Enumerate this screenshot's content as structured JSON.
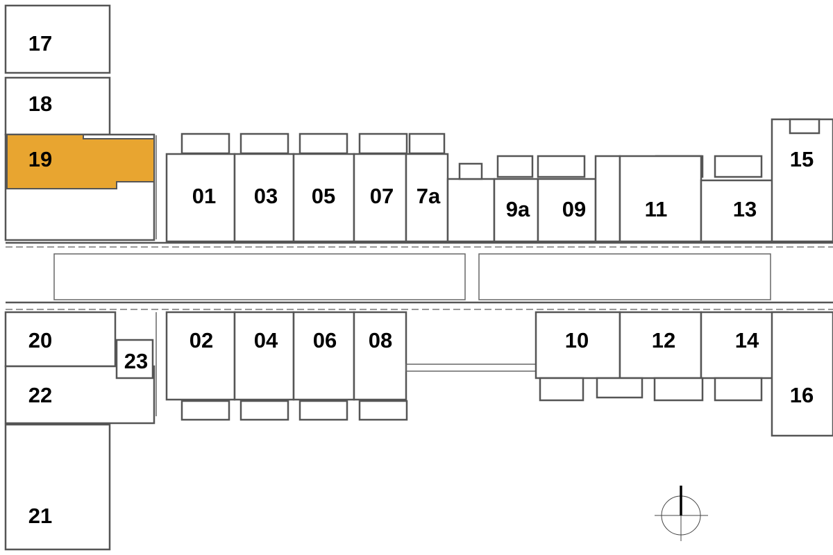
{
  "plan": {
    "highlight_color": "#E8A530",
    "highlighted_unit": "19",
    "units": {
      "u17": "17",
      "u18": "18",
      "u19": "19",
      "u20": "20",
      "u21": "21",
      "u22": "22",
      "u23": "23",
      "u01": "01",
      "u03": "03",
      "u05": "05",
      "u07": "07",
      "u7a": "7a",
      "u9a": "9a",
      "u09": "09",
      "u11": "11",
      "u13": "13",
      "u15": "15",
      "u02": "02",
      "u04": "04",
      "u06": "06",
      "u08": "08",
      "u10": "10",
      "u12": "12",
      "u14": "14",
      "u16": "16"
    }
  }
}
